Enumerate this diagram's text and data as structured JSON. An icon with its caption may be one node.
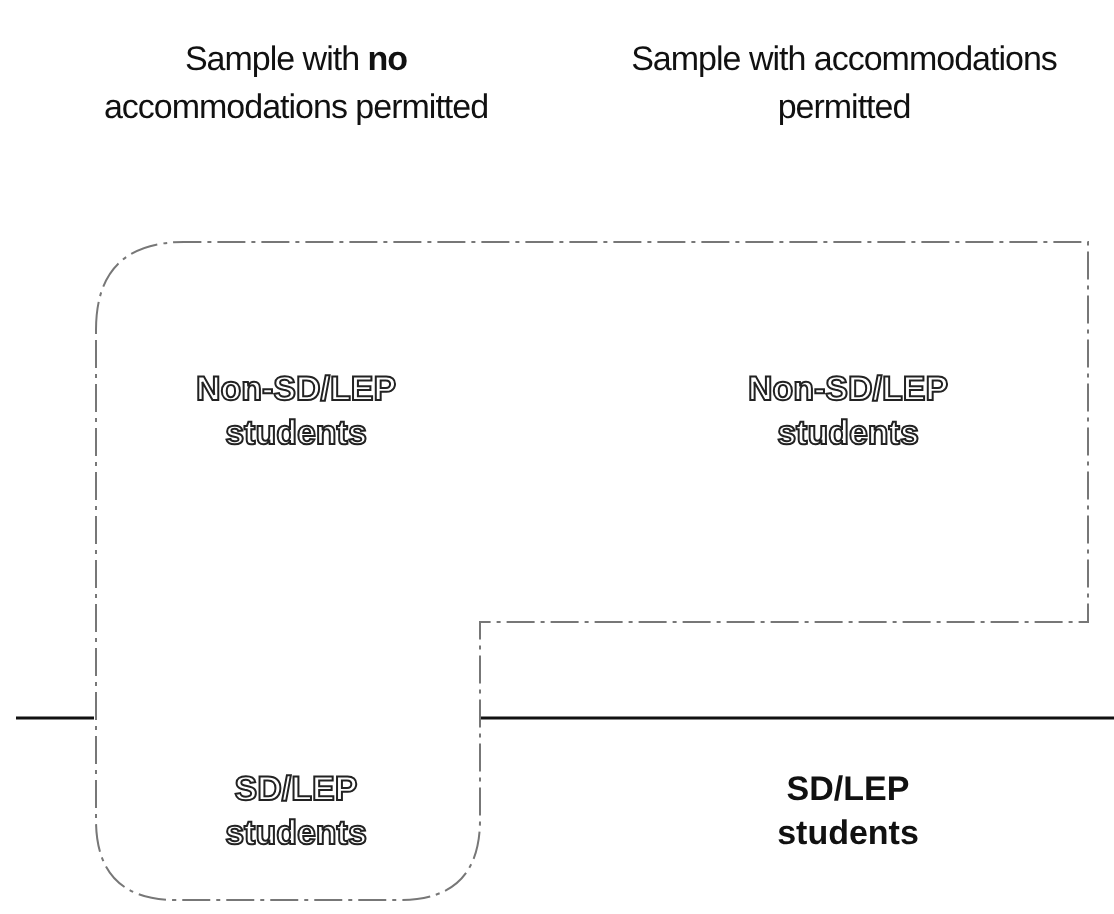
{
  "diagram": {
    "nodes": [
      {
        "text": [],
        "shape": "box"
      },
      {
        "text": [
          "Non-SD/LEP students"
        ],
        "in": 0
      },
      {
        "text": [
          "Non-SD/LEP students"
        ],
        "in": 0
      },
      {
        "text": [
          "SD/LEP students"
        ],
        "in": 0
      }
    ],
    "edges": [],
    "labels": [
      "Sample with **no** accommodations permitted",
      "Sample with accommodations permitted",
      "SD/LEP students"
    ]
  }
}
